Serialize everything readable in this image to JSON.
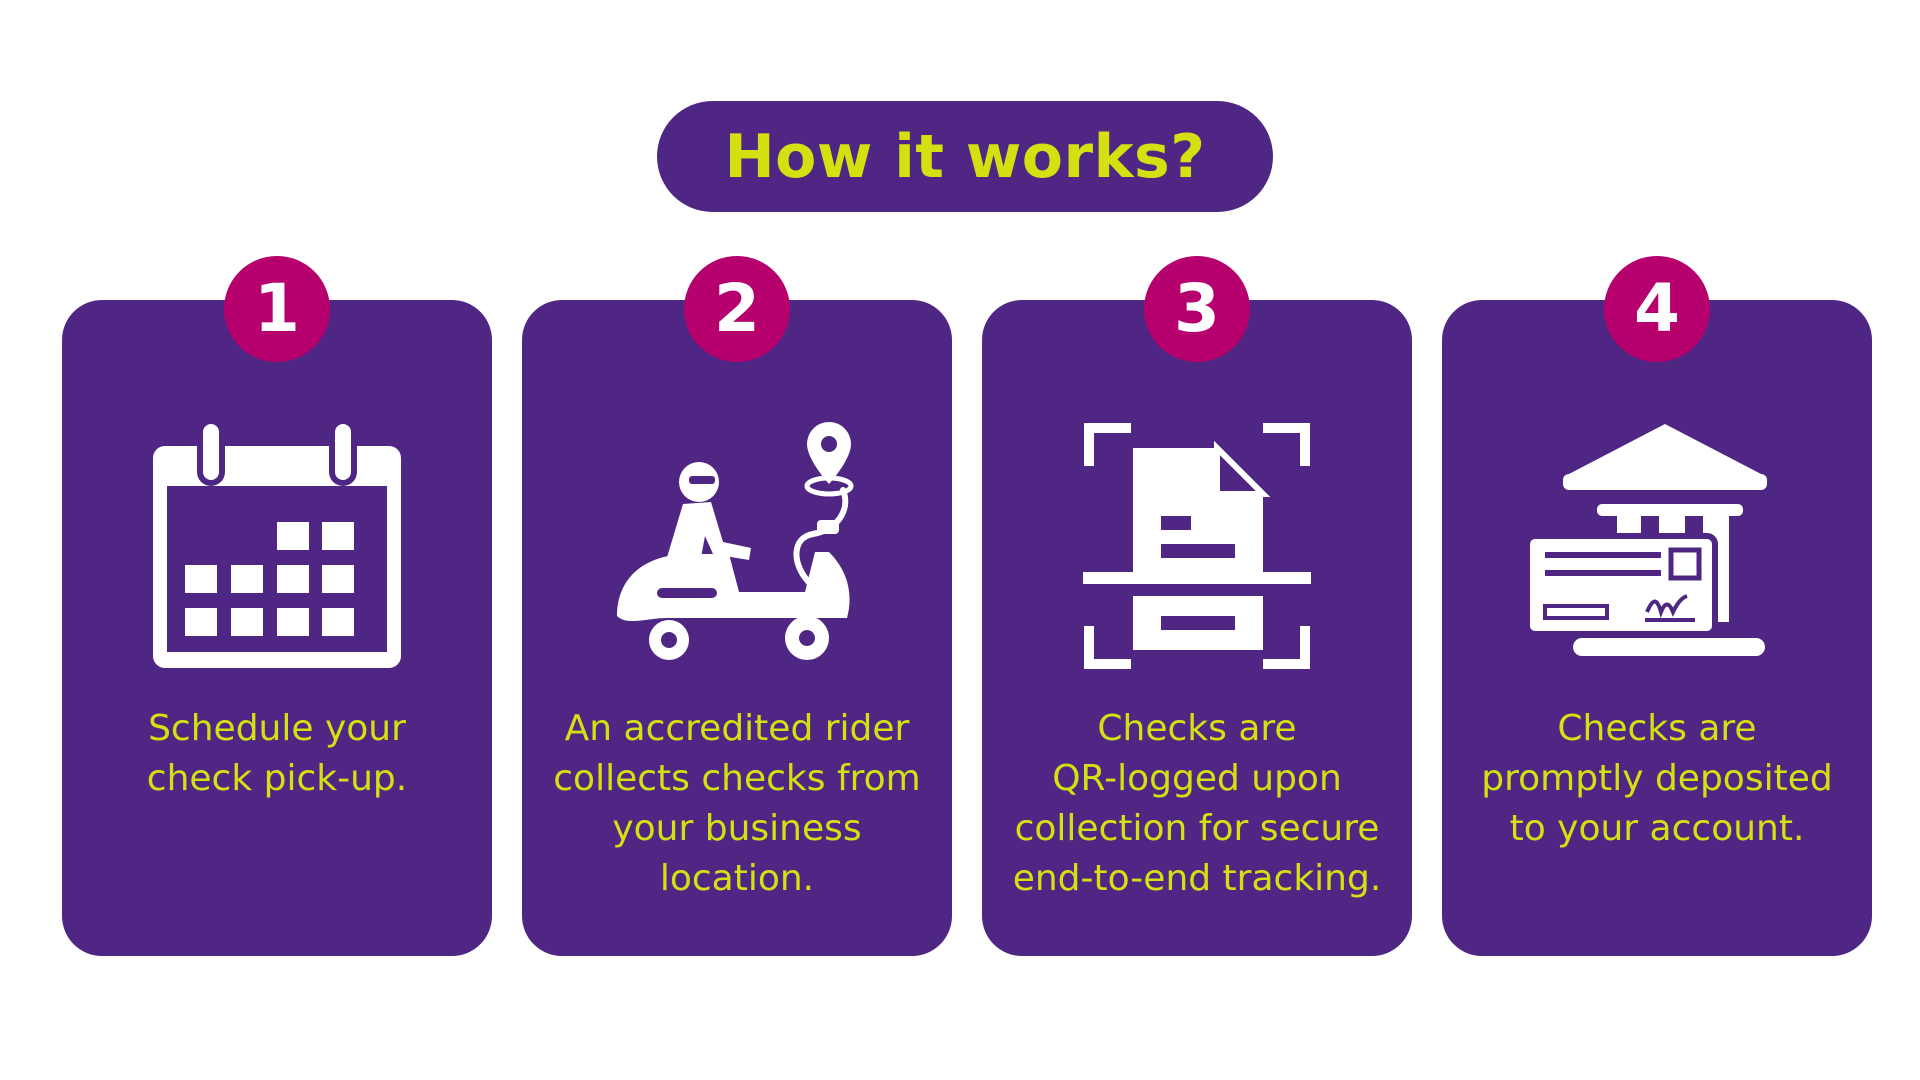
{
  "header": {
    "title": "How it works?"
  },
  "colors": {
    "card_purple": "#4f2683",
    "badge_magenta": "#b5006e",
    "text_lime": "#d4e010",
    "icon_white": "#ffffff"
  },
  "steps": [
    {
      "number": "1",
      "icon": "calendar-icon",
      "lines": [
        "Schedule your",
        "check pick-up."
      ]
    },
    {
      "number": "2",
      "icon": "scooter-rider-location-icon",
      "lines": [
        "An accredited rider",
        "collects checks from",
        "your business",
        "location."
      ]
    },
    {
      "number": "3",
      "icon": "document-scan-icon",
      "lines": [
        "Checks are",
        "QR-logged upon",
        "collection for secure",
        "end-to-end tracking."
      ]
    },
    {
      "number": "4",
      "icon": "bank-check-icon",
      "lines": [
        "Checks are",
        "promptly deposited",
        "to your account."
      ]
    }
  ]
}
